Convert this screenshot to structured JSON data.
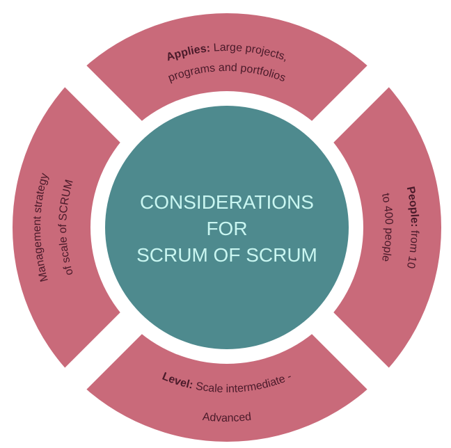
{
  "colors": {
    "segment": "#c96a7a",
    "center": "#4e8a8e",
    "segment_text": "#4a1a2a",
    "center_text": "#c9f6f1"
  },
  "center": {
    "lines": [
      "CONSIDERATIONS",
      "FOR",
      "SCRUM OF SCRUM"
    ]
  },
  "segments": {
    "top": {
      "bold": "Applies:",
      "line1": " Large projects,",
      "line2": "programs and portfolios"
    },
    "right": {
      "bold": "People:",
      "line1": " from 10",
      "line2": "to 400 people"
    },
    "bottom": {
      "bold": "Level:",
      "line1": " Scale intermediate -",
      "line2": "Advanced"
    },
    "left": {
      "line1": "Management strategy",
      "line2": "of scale of SCRUM"
    }
  }
}
